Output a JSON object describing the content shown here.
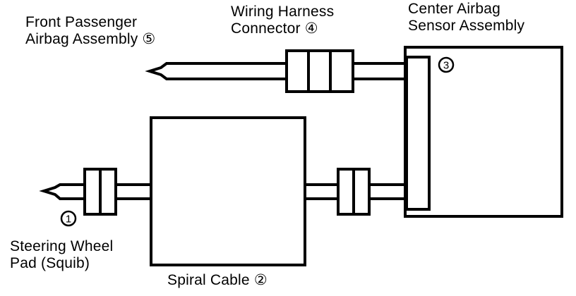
{
  "labels": {
    "front_passenger_line1": "Front Passenger",
    "front_passenger_line2": "Airbag Assembly ⑤",
    "wiring_harness_line1": "Wiring Harness",
    "wiring_harness_line2": "Connector ④",
    "center_sensor_line1": "Center Airbag",
    "center_sensor_line2": "Sensor Assembly",
    "steering_wheel_line1": "Steering Wheel",
    "steering_wheel_line2": "Pad (Squib)",
    "spiral_cable": "Spiral Cable ②"
  },
  "callouts": {
    "squib_number": "1",
    "sensor_connector_number": "3"
  },
  "colors": {
    "ink": "#000000",
    "paper": "#ffffff"
  }
}
